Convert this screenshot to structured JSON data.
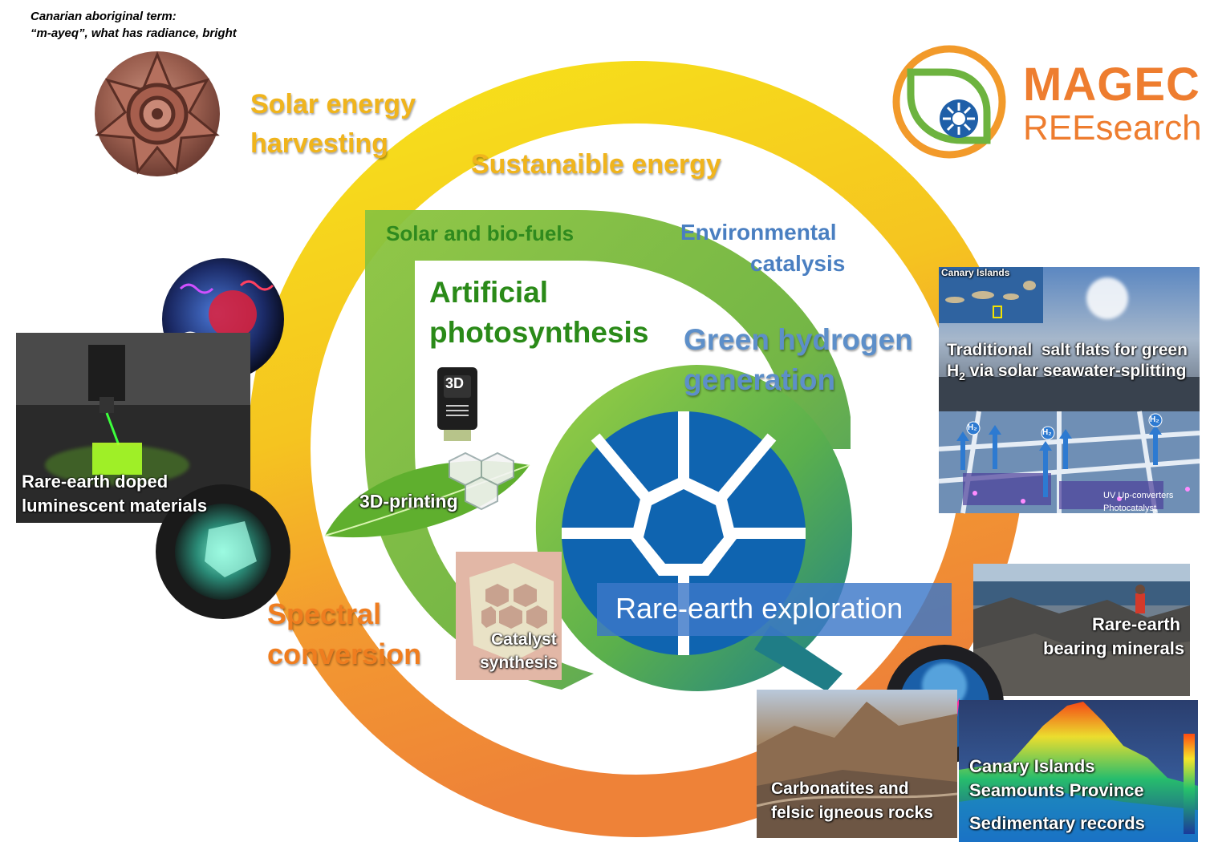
{
  "note": {
    "line1": "Canarian aboriginal term:",
    "line2": "“m-ayeq”, what has radiance, bright"
  },
  "logo": {
    "line1": "MAGEC",
    "line2": "REEsearch",
    "colors": {
      "orange": "#ee7d2f",
      "green": "#6db33f",
      "blue": "#1f5fa8"
    }
  },
  "ring_labels": {
    "solar_harvesting": [
      "Solar energy",
      "harvesting"
    ],
    "sustainable": "Sustanaible energy",
    "spectral": [
      "Spectral",
      "conversion"
    ]
  },
  "inner_labels": {
    "solar_biofuels": "Solar and bio-fuels",
    "environmental": [
      "Environmental",
      "catalysis"
    ],
    "artificial": [
      "Artificial",
      "photosynthesis"
    ],
    "green_h2": [
      "Green hydrogen",
      "generation"
    ],
    "printing": "3D-printing",
    "printer_badge": "3D",
    "catalyst": [
      "Catalyst",
      "synthesis"
    ],
    "rare_earth_exploration": "Rare-earth exploration"
  },
  "photos": {
    "luminescent": [
      "Rare-earth doped",
      "luminescent materials"
    ],
    "canary_map": "Canary Islands",
    "salt_flats": [
      "Traditional  salt flats for green",
      "H",
      "2",
      " via solar seawater-splitting"
    ],
    "h2_tags": [
      "H₂",
      "H₂",
      "H₂"
    ],
    "uv_label": "UV Up-converters",
    "photocat_label": "Photocatalyst",
    "minerals": [
      "Rare-earth",
      "bearing minerals"
    ],
    "carbonatites": [
      "Carbonatites and",
      "felsic igneous rocks"
    ],
    "seamounts": [
      "Canary Islands",
      "Seamounts Province"
    ],
    "sedimentary": "Sedimentary records"
  },
  "colors": {
    "ring_yellow": "#f5d312",
    "ring_orange": "#f08a35",
    "leaf_green": "#7cc243",
    "dark_green": "#2f8a1e",
    "core_blue": "#0f64b0",
    "label_yellow": "#f0b41c",
    "label_orange": "#ef7d1f",
    "label_blue": "#4a7fc1"
  }
}
